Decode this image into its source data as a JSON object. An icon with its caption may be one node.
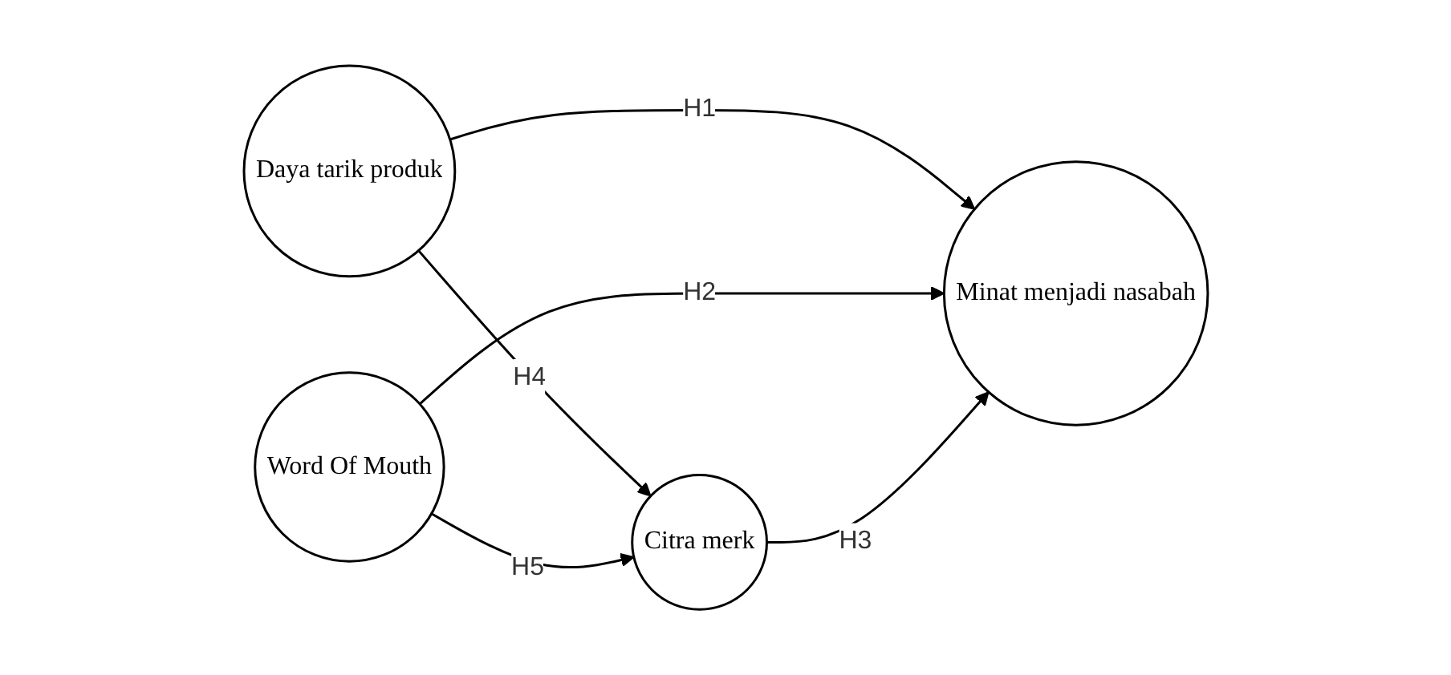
{
  "diagram": {
    "nodes": [
      {
        "text": [
          "Daya tarik produk"
        ]
      },
      {
        "text": [
          "Citra merk"
        ]
      },
      {
        "text": [
          "Minat menjadi nasabah"
        ]
      },
      {
        "text": [
          "Word Of Mouth"
        ]
      }
    ],
    "edges": [
      {
        "from": 0,
        "to": 2,
        "arrow": "to",
        "label": "H1"
      },
      {
        "from": 3,
        "to": 2,
        "arrow": "to",
        "label": "H2"
      },
      {
        "from": 1,
        "to": 2,
        "arrow": "to",
        "label": "H3"
      },
      {
        "from": 0,
        "to": 1,
        "arrow": "to",
        "label": "H4"
      },
      {
        "from": 3,
        "to": 1,
        "arrow": "to",
        "label": "H5"
      }
    ]
  }
}
